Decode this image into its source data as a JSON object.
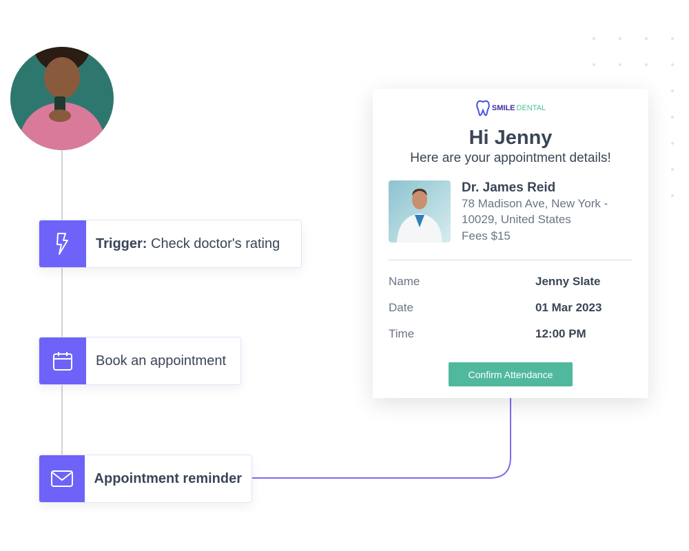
{
  "workflow": {
    "steps": [
      {
        "bold": "Trigger:",
        "label": " Check doctor's rating",
        "icon": "lightning-icon"
      },
      {
        "bold": "",
        "label": "Book an appointment",
        "icon": "calendar-icon"
      },
      {
        "bold": "Appointment reminder",
        "label": "",
        "icon": "mail-icon"
      }
    ]
  },
  "email": {
    "brand_a": "SMILE",
    "brand_b": "DENTAL",
    "greeting": "Hi Jenny",
    "subtitle": "Here are your appointment details!",
    "doctor": {
      "name": "Dr. James Reid",
      "address_line1": "78 Madison Ave, New York -",
      "address_line2": "10029, United States",
      "fees": "Fees $15"
    },
    "details": [
      {
        "label": "Name",
        "value": "Jenny Slate"
      },
      {
        "label": "Date",
        "value": "01 Mar 2023"
      },
      {
        "label": "Time",
        "value": "12:00 PM"
      }
    ],
    "button": "Confirm Attendance"
  },
  "colors": {
    "accent": "#6e63f8",
    "button": "#50b89d",
    "connector": "#7b6cf2"
  }
}
